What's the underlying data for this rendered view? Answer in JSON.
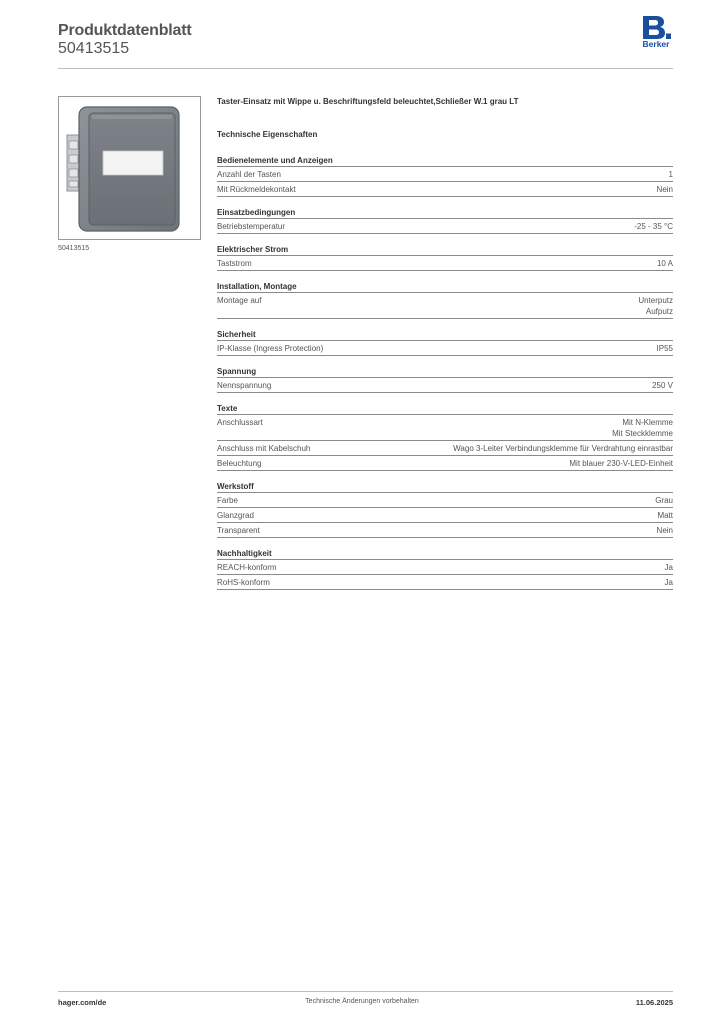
{
  "header": {
    "title": "Produktdatenblatt",
    "number": "50413515",
    "logo_text": "Berker",
    "logo_letter": "B.",
    "brand_color": "#1a4fa0"
  },
  "product": {
    "image_icon": "switch-insert-image",
    "caption": "50413515",
    "description": "Taster-Einsatz mit Wippe u. Beschriftungsfeld beleuchtet,Schließer W.1 grau LT"
  },
  "technical_title": "Technische Eigenschaften",
  "sections": [
    {
      "title": "Bedienelemente und Anzeigen",
      "rows": [
        {
          "label": "Anzahl der Tasten",
          "values": [
            "1"
          ]
        },
        {
          "label": "Mit Rückmeldekontakt",
          "values": [
            "Nein"
          ]
        }
      ]
    },
    {
      "title": "Einsatzbedingungen",
      "rows": [
        {
          "label": "Betriebstemperatur",
          "values": [
            "-25 - 35 °C"
          ]
        }
      ]
    },
    {
      "title": "Elektrischer Strom",
      "rows": [
        {
          "label": "Taststrom",
          "values": [
            "10 A"
          ]
        }
      ]
    },
    {
      "title": "Installation, Montage",
      "rows": [
        {
          "label": "Montage auf",
          "values": [
            "Unterputz",
            "Aufputz"
          ]
        }
      ]
    },
    {
      "title": "Sicherheit",
      "rows": [
        {
          "label": "IP-Klasse (Ingress Protection)",
          "values": [
            "IP55"
          ]
        }
      ]
    },
    {
      "title": "Spannung",
      "rows": [
        {
          "label": "Nennspannung",
          "values": [
            "250 V"
          ]
        }
      ]
    },
    {
      "title": "Texte",
      "rows": [
        {
          "label": "Anschlussart",
          "values": [
            "Mit N-Klemme",
            "Mit Steckklemme"
          ]
        },
        {
          "label": "Anschluss mit Kabelschuh",
          "values": [
            "Wago 3-Leiter Verbindungsklemme für Verdrahtung einrastbar"
          ]
        },
        {
          "label": "Beleuchtung",
          "values": [
            "Mit blauer 230-V-LED-Einheit"
          ]
        }
      ]
    },
    {
      "title": "Werkstoff",
      "rows": [
        {
          "label": "Farbe",
          "values": [
            "Grau"
          ]
        },
        {
          "label": "Glanzgrad",
          "values": [
            "Matt"
          ]
        },
        {
          "label": "Transparent",
          "values": [
            "Nein"
          ]
        }
      ]
    },
    {
      "title": "Nachhaltigkeit",
      "rows": [
        {
          "label": "REACH-konform",
          "values": [
            "Ja"
          ]
        },
        {
          "label": "RoHS-konform",
          "values": [
            "Ja"
          ]
        }
      ]
    }
  ],
  "footer": {
    "website": "hager.com/de",
    "notice": "Technische Änderungen vorbehalten",
    "date": "11.06.2025"
  }
}
